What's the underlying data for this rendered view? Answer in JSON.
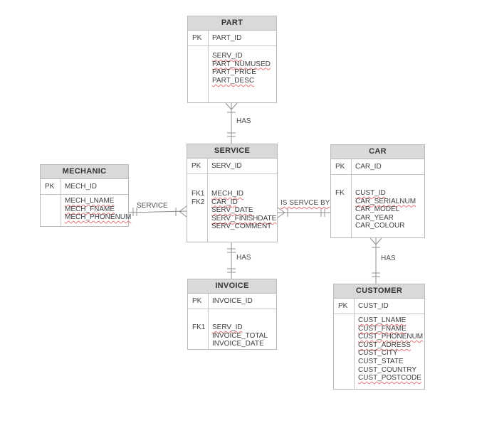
{
  "diagram": {
    "title": "Car service ER diagram",
    "entities": [
      {
        "id": "part",
        "title": "PART",
        "pk_key": "PK",
        "pk_name": "PART_ID",
        "attrs": [
          {
            "key": "",
            "name": "SERV_ID",
            "misspelled": true
          },
          {
            "key": "",
            "name": "PART_NUMUSED",
            "misspelled": true
          },
          {
            "key": "",
            "name": "PART_PRICE",
            "misspelled": false
          },
          {
            "key": "",
            "name": "PART_DESC",
            "misspelled": true
          }
        ]
      },
      {
        "id": "service",
        "title": "SERVICE",
        "pk_key": "PK",
        "pk_name": "SERV_ID",
        "attrs": [
          {
            "key": "FK1",
            "name": "MECH_ID",
            "misspelled": true
          },
          {
            "key": "FK2",
            "name": "CAR_ID",
            "misspelled": true
          },
          {
            "key": "",
            "name": "SERV_DATE",
            "misspelled": true
          },
          {
            "key": "",
            "name": "SERV_FINISHDATE",
            "misspelled": true
          },
          {
            "key": "",
            "name": "SERV_COMMENT",
            "misspelled": false
          }
        ]
      },
      {
        "id": "car",
        "title": "CAR",
        "pk_key": "PK",
        "pk_name": "CAR_ID",
        "attrs": [
          {
            "key": "FK",
            "name": "CUST_ID",
            "misspelled": true
          },
          {
            "key": "",
            "name": "CAR_SERIALNUM",
            "misspelled": true
          },
          {
            "key": "",
            "name": "CAR_MODEL",
            "misspelled": false
          },
          {
            "key": "",
            "name": "CAR_YEAR",
            "misspelled": false
          },
          {
            "key": "",
            "name": "CAR_COLOUR",
            "misspelled": false
          }
        ]
      },
      {
        "id": "mechanic",
        "title": "MECHANIC",
        "pk_key": "PK",
        "pk_name": "MECH_ID",
        "attrs": [
          {
            "key": "",
            "name": "MECH_LNAME",
            "misspelled": true
          },
          {
            "key": "",
            "name": "MECH_FNAME",
            "misspelled": true
          },
          {
            "key": "",
            "name": "MECH_PHONENUM",
            "misspelled": true
          }
        ]
      },
      {
        "id": "invoice",
        "title": "INVOICE",
        "pk_key": "PK",
        "pk_name": "INVOICE_ID",
        "attrs": [
          {
            "key": "FK1",
            "name": "SERV_ID",
            "misspelled": true
          },
          {
            "key": "",
            "name": "INVOICE_TOTAL",
            "misspelled": false
          },
          {
            "key": "",
            "name": "INVOICE_DATE",
            "misspelled": false
          }
        ]
      },
      {
        "id": "customer",
        "title": "CUSTOMER",
        "pk_key": "PK",
        "pk_name": "CUST_ID",
        "attrs": [
          {
            "key": "",
            "name": "CUST_LNAME",
            "misspelled": true
          },
          {
            "key": "",
            "name": "CUST_FNAME",
            "misspelled": true
          },
          {
            "key": "",
            "name": "CUST_PHONENUM",
            "misspelled": true
          },
          {
            "key": "",
            "name": "CUST_ADRESS",
            "misspelled": true
          },
          {
            "key": "",
            "name": "CUST_CITY",
            "misspelled": false
          },
          {
            "key": "",
            "name": "CUST_STATE",
            "misspelled": false
          },
          {
            "key": "",
            "name": "CUST_COUNTRY",
            "misspelled": false
          },
          {
            "key": "",
            "name": "CUST_POSTCODE",
            "misspelled": true
          }
        ]
      }
    ],
    "relationships": [
      {
        "id": "part-service",
        "label": "HAS",
        "misspelled": false,
        "cardinality": "SERVICE one-and-only-one : PART one-or-many"
      },
      {
        "id": "mechanic-service",
        "label": "SERVICE",
        "misspelled": false,
        "cardinality": "MECHANIC one-and-only-one : SERVICE one-or-many"
      },
      {
        "id": "service-car",
        "label": "IS SERVCE BY",
        "misspelled": true,
        "cardinality": "CAR one-and-only-one : SERVICE one-or-many"
      },
      {
        "id": "service-invoice",
        "label": "HAS",
        "misspelled": false,
        "cardinality": "SERVICE one-and-only-one : INVOICE one-and-only-one"
      },
      {
        "id": "car-customer",
        "label": "HAS",
        "misspelled": false,
        "cardinality": "CUSTOMER one-and-only-one : CAR one-or-many"
      }
    ]
  }
}
